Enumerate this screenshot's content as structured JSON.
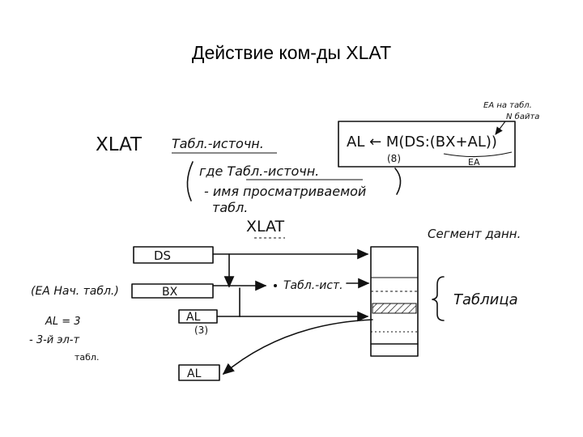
{
  "title": "Действие ком-ды XLAT",
  "header": {
    "cmd": "XLAT",
    "operand": "Табл.-источн.",
    "ea_note_line1": "EA на табл.",
    "ea_note_line2": "N байта",
    "formula": "AL ← M(DS:(BX+AL))",
    "size_mark": "(8)",
    "ea_mark": "EA"
  },
  "where_note": {
    "line1": "где Табл.-источн.",
    "line2": "- имя просматриваемой",
    "line3": "табл."
  },
  "diagram_title": "XLAT",
  "registers": {
    "ds": "DS",
    "bx": "BX",
    "al": "AL",
    "al_result": "AL",
    "bx_note": "(EA Нач. табл.)",
    "al_size": "(3)"
  },
  "memory": {
    "segment_label": "Сегмент данн.",
    "table_pointer_label": "Табл.-ист.",
    "table_label": "Таблица"
  },
  "left_note": {
    "line1": "AL = 3",
    "line2": "- 3-й эл-т",
    "line3": "табл."
  }
}
